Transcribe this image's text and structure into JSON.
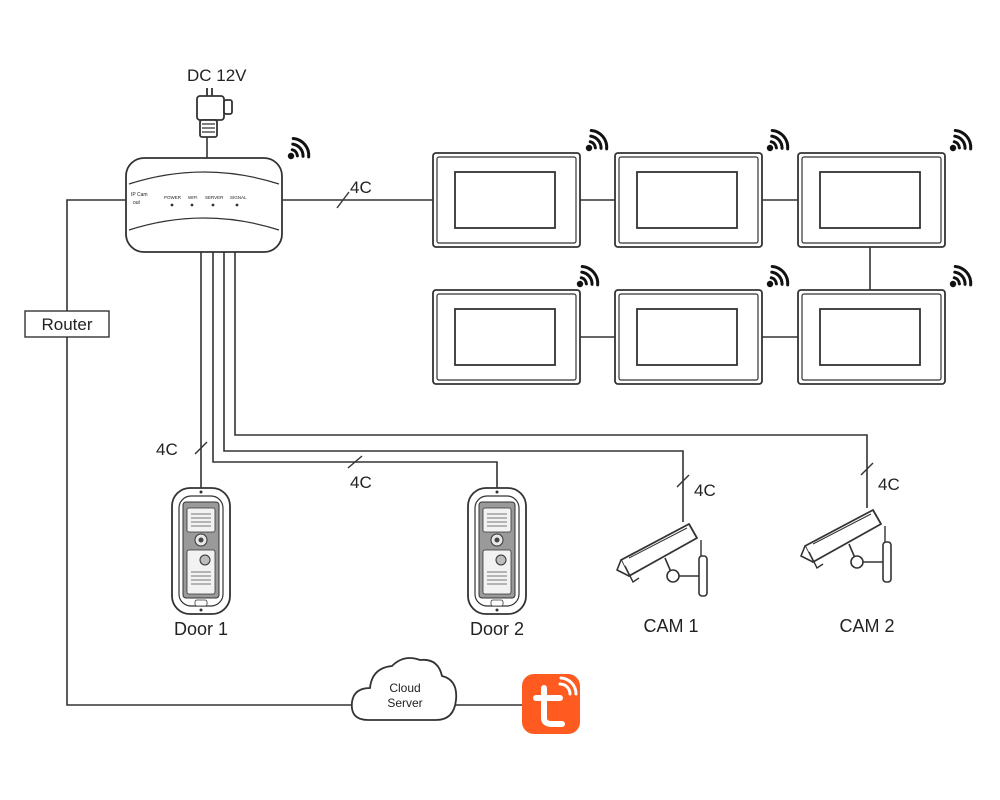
{
  "labels": {
    "power": "DC 12V",
    "router": "Router",
    "cable_monitors": "4C",
    "cable_door1": "4C",
    "cable_door2": "4C",
    "cable_cam1": "4C",
    "cable_cam2": "4C",
    "door1": "Door 1",
    "door2": "Door 2",
    "cam1": "CAM 1",
    "cam2": "CAM 2",
    "cloud_line1": "Cloud",
    "cloud_line2": "Server"
  },
  "switch_box": {
    "port_lines": [
      "IP Cam",
      "out"
    ],
    "indicators": [
      "POWER",
      "WIFI",
      "SERVER",
      "SIGNAL"
    ]
  },
  "app_icon": {
    "name": "tuya-app-icon",
    "letter": "t",
    "color": "#ff5a1f"
  },
  "wifi_icon": "wifi-signal-icon"
}
